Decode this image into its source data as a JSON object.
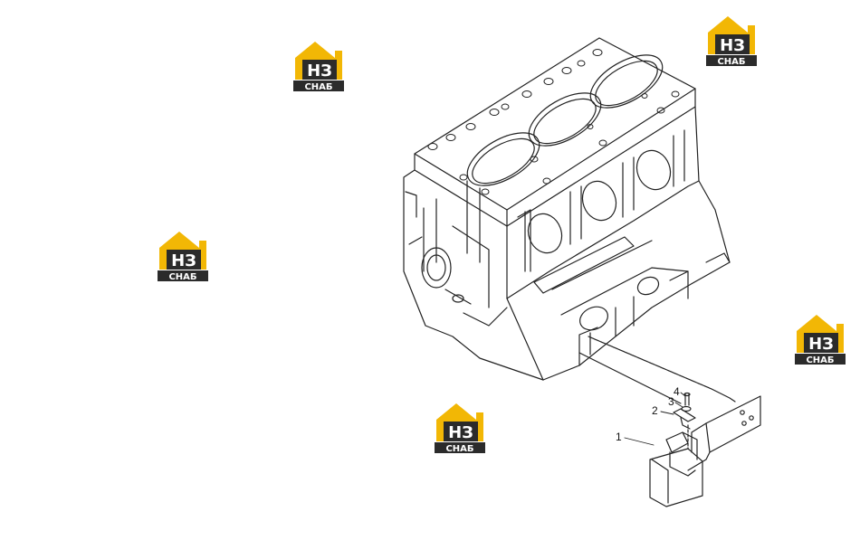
{
  "watermark": {
    "letters": "НЗ",
    "subtitle": "СНАБ",
    "colors": {
      "house": "#f2b705",
      "box": "#2b2b2b",
      "text": "#ffffff"
    }
  },
  "callouts": [
    {
      "number": "1"
    },
    {
      "number": "2"
    },
    {
      "number": "3"
    },
    {
      "number": "4"
    }
  ],
  "colors": {
    "line": "#222222",
    "background": "#ffffff"
  }
}
